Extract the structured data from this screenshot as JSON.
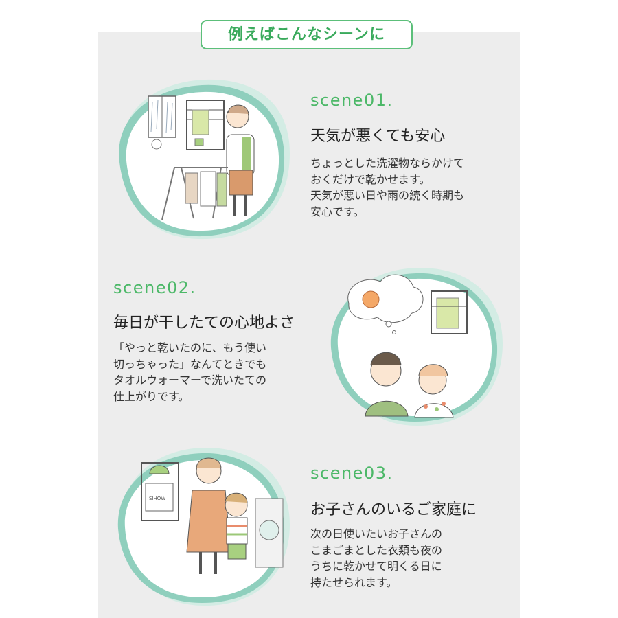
{
  "heading": "例えばこんなシーンに",
  "colors": {
    "accent": "#4cb868",
    "blob_outer": "#d3ece4",
    "blob_inner": "#8fcfbd",
    "panel": "#ededed"
  },
  "scenes": [
    {
      "label": "scene01.",
      "title": "天気が悪くても安心",
      "desc": [
        "ちょっとした洗濯物ならかけて",
        "おくだけで乾かせます。",
        "天気が悪い日や雨の続く時期も",
        "安心です。"
      ]
    },
    {
      "label": "scene02.",
      "title": "毎日が干したての心地よさ",
      "desc": [
        "「やっと乾いたのに、もう使い",
        "切っちゃった」なんてときでも",
        "タオルウォーマーで洗いたての",
        "仕上がりです。"
      ]
    },
    {
      "label": "scene03.",
      "title": "お子さんのいるご家庭に",
      "desc": [
        "次の日使いたいお子さんの",
        "こまごまとした衣類も夜の",
        "うちに乾かせて明くる日に",
        "持たせられます。"
      ]
    }
  ],
  "sign_text": "SIHOW"
}
